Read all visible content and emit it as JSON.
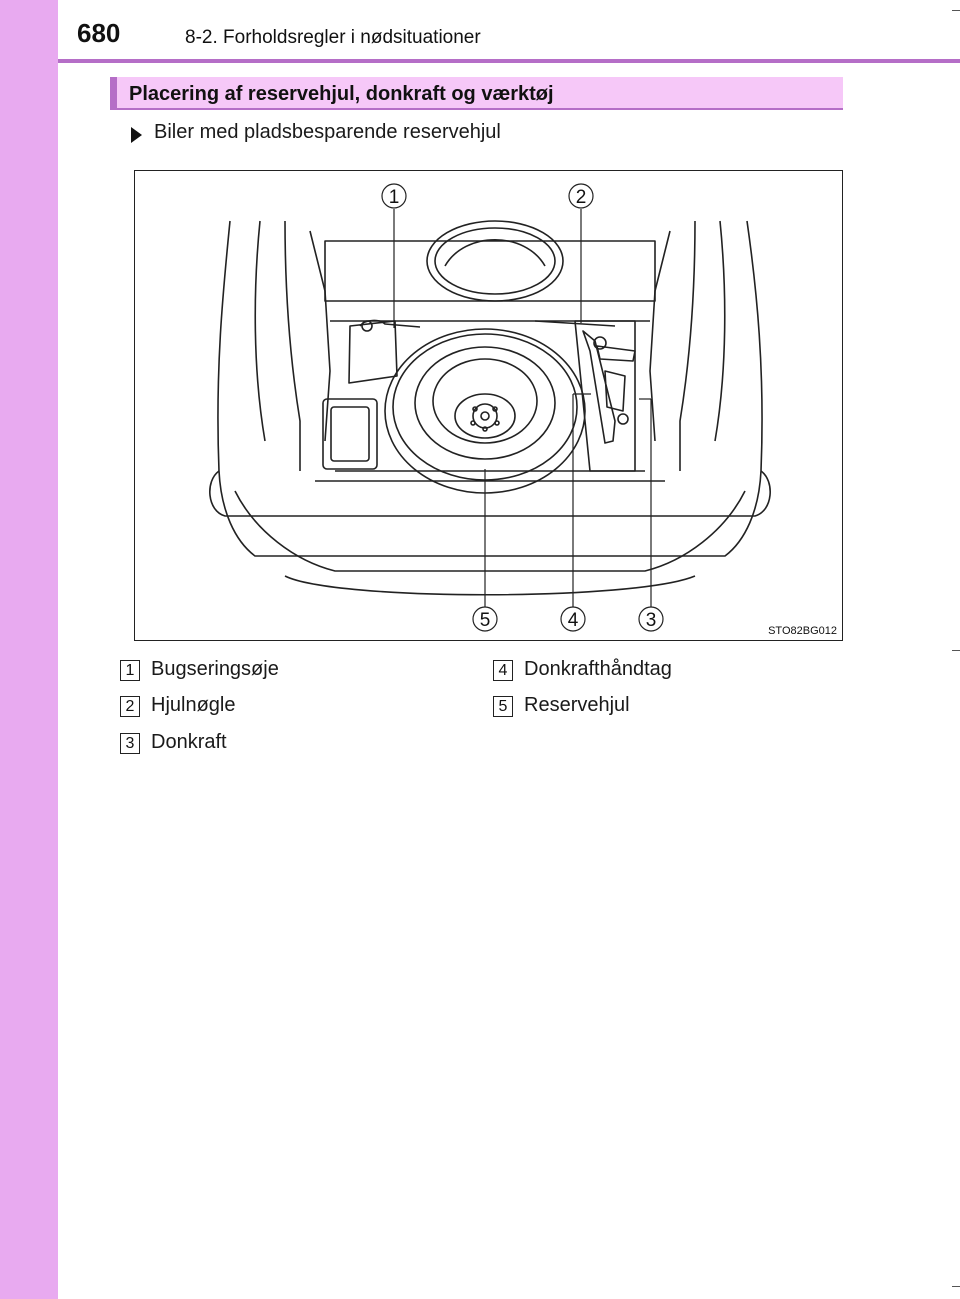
{
  "header": {
    "page_number": "680",
    "section": "8-2. Forholdsregler i nødsituationer"
  },
  "main": {
    "heading": "Placering af reservehjul, donkraft og værktøj",
    "bullet": "Biler med pladsbesparende reservehjul",
    "figure": {
      "code": "STO82BG012",
      "callouts": [
        "1",
        "2",
        "3",
        "4",
        "5"
      ]
    },
    "legend": [
      {
        "number": "1",
        "label": "Bugseringsøje"
      },
      {
        "number": "2",
        "label": "Hjulnøgle"
      },
      {
        "number": "3",
        "label": "Donkraft"
      },
      {
        "number": "4",
        "label": "Donkrafthåndtag"
      },
      {
        "number": "5",
        "label": "Reservehjul"
      }
    ]
  },
  "colors": {
    "side_strip": "#e8aaf0",
    "accent": "#b56ec7",
    "heading_bg": "#f6c8f8"
  }
}
